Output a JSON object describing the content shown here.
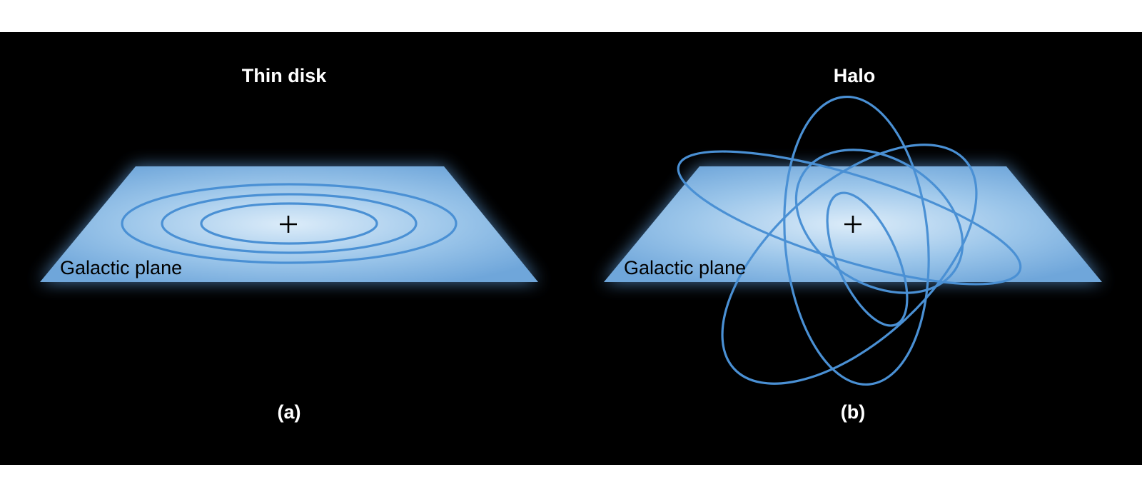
{
  "panels": [
    {
      "title": "Thin disk",
      "plane_label": "Galactic plane",
      "caption": "(a)"
    },
    {
      "title": "Halo",
      "plane_label": "Galactic plane",
      "caption": "(b)"
    }
  ],
  "colors": {
    "background": "#000000",
    "plane": "#8ab8e4",
    "plane_center": "#d8e9f8",
    "orbit": "#4a90d4",
    "title_text": "#ffffff",
    "label_text": "#000000"
  }
}
